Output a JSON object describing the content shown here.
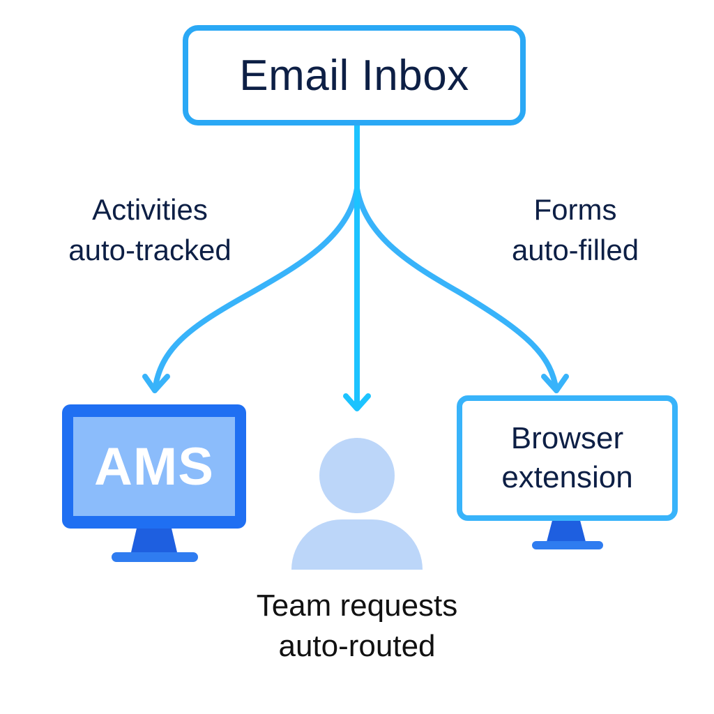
{
  "title": "Email Inbox",
  "branches": {
    "left_label_line1": "Activities",
    "left_label_line2": "auto-tracked",
    "right_label_line1": "Forms",
    "right_label_line2": "auto-filled"
  },
  "targets": {
    "ams": {
      "label": "AMS",
      "icon": "monitor-icon"
    },
    "person": {
      "icon": "person-icon",
      "caption_line1": "Team requests",
      "caption_line2": "auto-routed"
    },
    "browser": {
      "label_line1": "Browser",
      "label_line2": "extension",
      "icon": "monitor-icon"
    }
  },
  "colors": {
    "arrow": "#38b3fa",
    "center_arrow": "#1cc3ff",
    "text": "#0d1f45",
    "monitor_dark": "#1f6ff2",
    "monitor_screen": "#8bbcfb",
    "person": "#bcd6f9"
  }
}
